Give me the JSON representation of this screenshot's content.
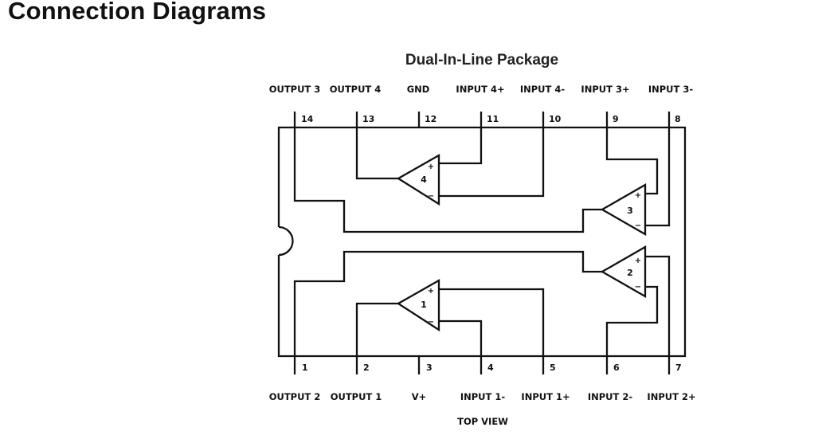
{
  "title": "Connection Diagrams",
  "package": {
    "title": "Dual-In-Line Package",
    "view_label": "TOP VIEW",
    "top_pins": [
      {
        "num": "14",
        "name": "OUTPUT 3"
      },
      {
        "num": "13",
        "name": "OUTPUT 4"
      },
      {
        "num": "12",
        "name": "GND"
      },
      {
        "num": "11",
        "name": "INPUT 4+"
      },
      {
        "num": "10",
        "name": "INPUT 4-"
      },
      {
        "num": "9",
        "name": "INPUT 3+"
      },
      {
        "num": "8",
        "name": "INPUT 3-"
      }
    ],
    "bottom_pins": [
      {
        "num": "1",
        "name": "OUTPUT 2"
      },
      {
        "num": "2",
        "name": "OUTPUT 1"
      },
      {
        "num": "3",
        "name": "V+"
      },
      {
        "num": "4",
        "name": "INPUT 1-"
      },
      {
        "num": "5",
        "name": "INPUT 1+"
      },
      {
        "num": "6",
        "name": "INPUT 2-"
      },
      {
        "num": "7",
        "name": "INPUT 2+"
      }
    ],
    "amplifiers": [
      {
        "label": "1",
        "plus": "+",
        "minus": "−"
      },
      {
        "label": "2",
        "plus": "+",
        "minus": "−"
      },
      {
        "label": "3",
        "plus": "+",
        "minus": "−"
      },
      {
        "label": "4",
        "plus": "+",
        "minus": "−"
      }
    ]
  }
}
